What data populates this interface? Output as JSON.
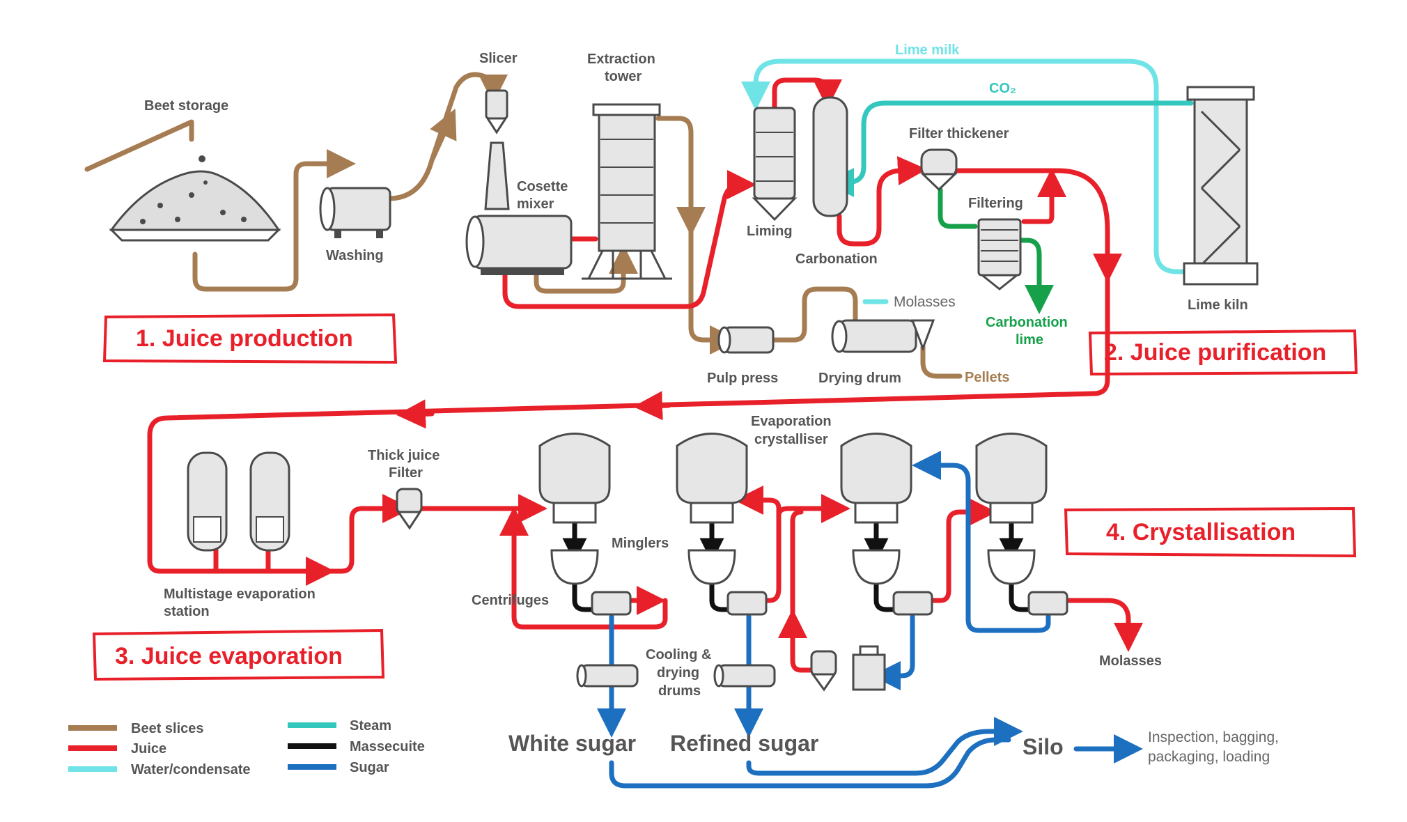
{
  "colors": {
    "beet": "#a67c52",
    "juice": "#e8202a",
    "water": "#6fe3e6",
    "steam": "#33c7bd",
    "massecuite": "#111111",
    "sugar": "#1d6fc0",
    "carbonation_lime": "#16a04a",
    "text": "#555555",
    "equipment_fill": "#e6e6e6",
    "outline": "#4a4a4a"
  },
  "stages": {
    "juice_production": "1. Juice production",
    "juice_purification": "2. Juice purification",
    "juice_evaporation": "3. Juice evaporation",
    "crystallisation": "4. Crystallisation"
  },
  "labels": {
    "beet_storage": "Beet storage",
    "washing": "Washing",
    "slicer": "Slicer",
    "extraction_tower_1": "Extraction",
    "extraction_tower_2": "tower",
    "cosette_mixer_1": "Cosette",
    "cosette_mixer_2": "mixer",
    "liming": "Liming",
    "carbonation": "Carbonation",
    "filter_thickener": "Filter thickener",
    "filtering": "Filtering",
    "lime_kiln": "Lime kiln",
    "lime_milk": "Lime milk",
    "co2": "CO₂",
    "carbonation_lime_1": "Carbonation",
    "carbonation_lime_2": "lime",
    "pulp_press": "Pulp press",
    "drying_drum": "Drying drum",
    "molasses_top": "Molasses",
    "pellets": "Pellets",
    "thick_juice_filter_1": "Thick juice",
    "thick_juice_filter_2": "Filter",
    "evaporation_crystalliser_1": "Evaporation",
    "evaporation_crystalliser_2": "crystalliser",
    "minglers": "Minglers",
    "centrifuges": "Centrifuges",
    "multistage_1": "Multistage evaporation",
    "multistage_2": "station",
    "cooling_1": "Cooling &",
    "cooling_2": "drying",
    "cooling_3": "drums",
    "molasses_bottom": "Molasses",
    "white_sugar": "White sugar",
    "refined_sugar": "Refined sugar",
    "silo": "Silo",
    "inspection_1": "Inspection, bagging,",
    "inspection_2": "packaging, loading"
  },
  "legend": [
    {
      "label": "Beet slices",
      "color": "#a67c52"
    },
    {
      "label": "Juice",
      "color": "#e8202a"
    },
    {
      "label": "Water/condensate",
      "color": "#6fe3e6"
    },
    {
      "label": "Steam",
      "color": "#33c7bd"
    },
    {
      "label": "Massecuite",
      "color": "#111111"
    },
    {
      "label": "Sugar",
      "color": "#1d6fc0"
    }
  ]
}
